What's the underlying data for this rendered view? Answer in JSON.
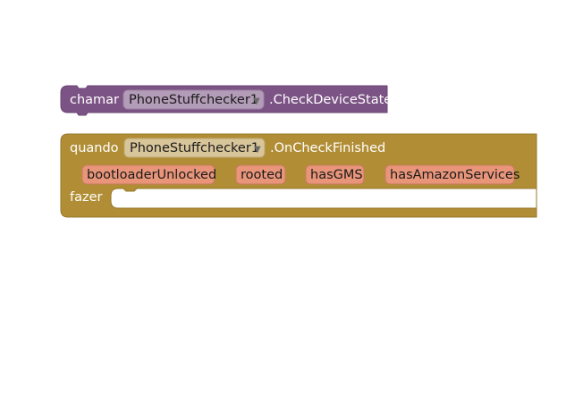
{
  "call_block": {
    "keyword": "chamar",
    "component": "PhoneStuffchecker1",
    "dropdown_icon": "dropdown-triangle-icon",
    "method": ".CheckDeviceState",
    "color": "#7c5385",
    "dropdown_color": "#b39cb8"
  },
  "event_block": {
    "keyword": "quando",
    "component": "PhoneStuffchecker1",
    "dropdown_icon": "dropdown-triangle-icon",
    "event": ".OnCheckFinished",
    "do_label": "fazer",
    "color": "#b18e35",
    "dropdown_color": "#d8c59a",
    "param_color": "#e8957a",
    "params": [
      "bootloaderUnlocked",
      "rooted",
      "hasGMS",
      "hasAmazonServices"
    ]
  }
}
